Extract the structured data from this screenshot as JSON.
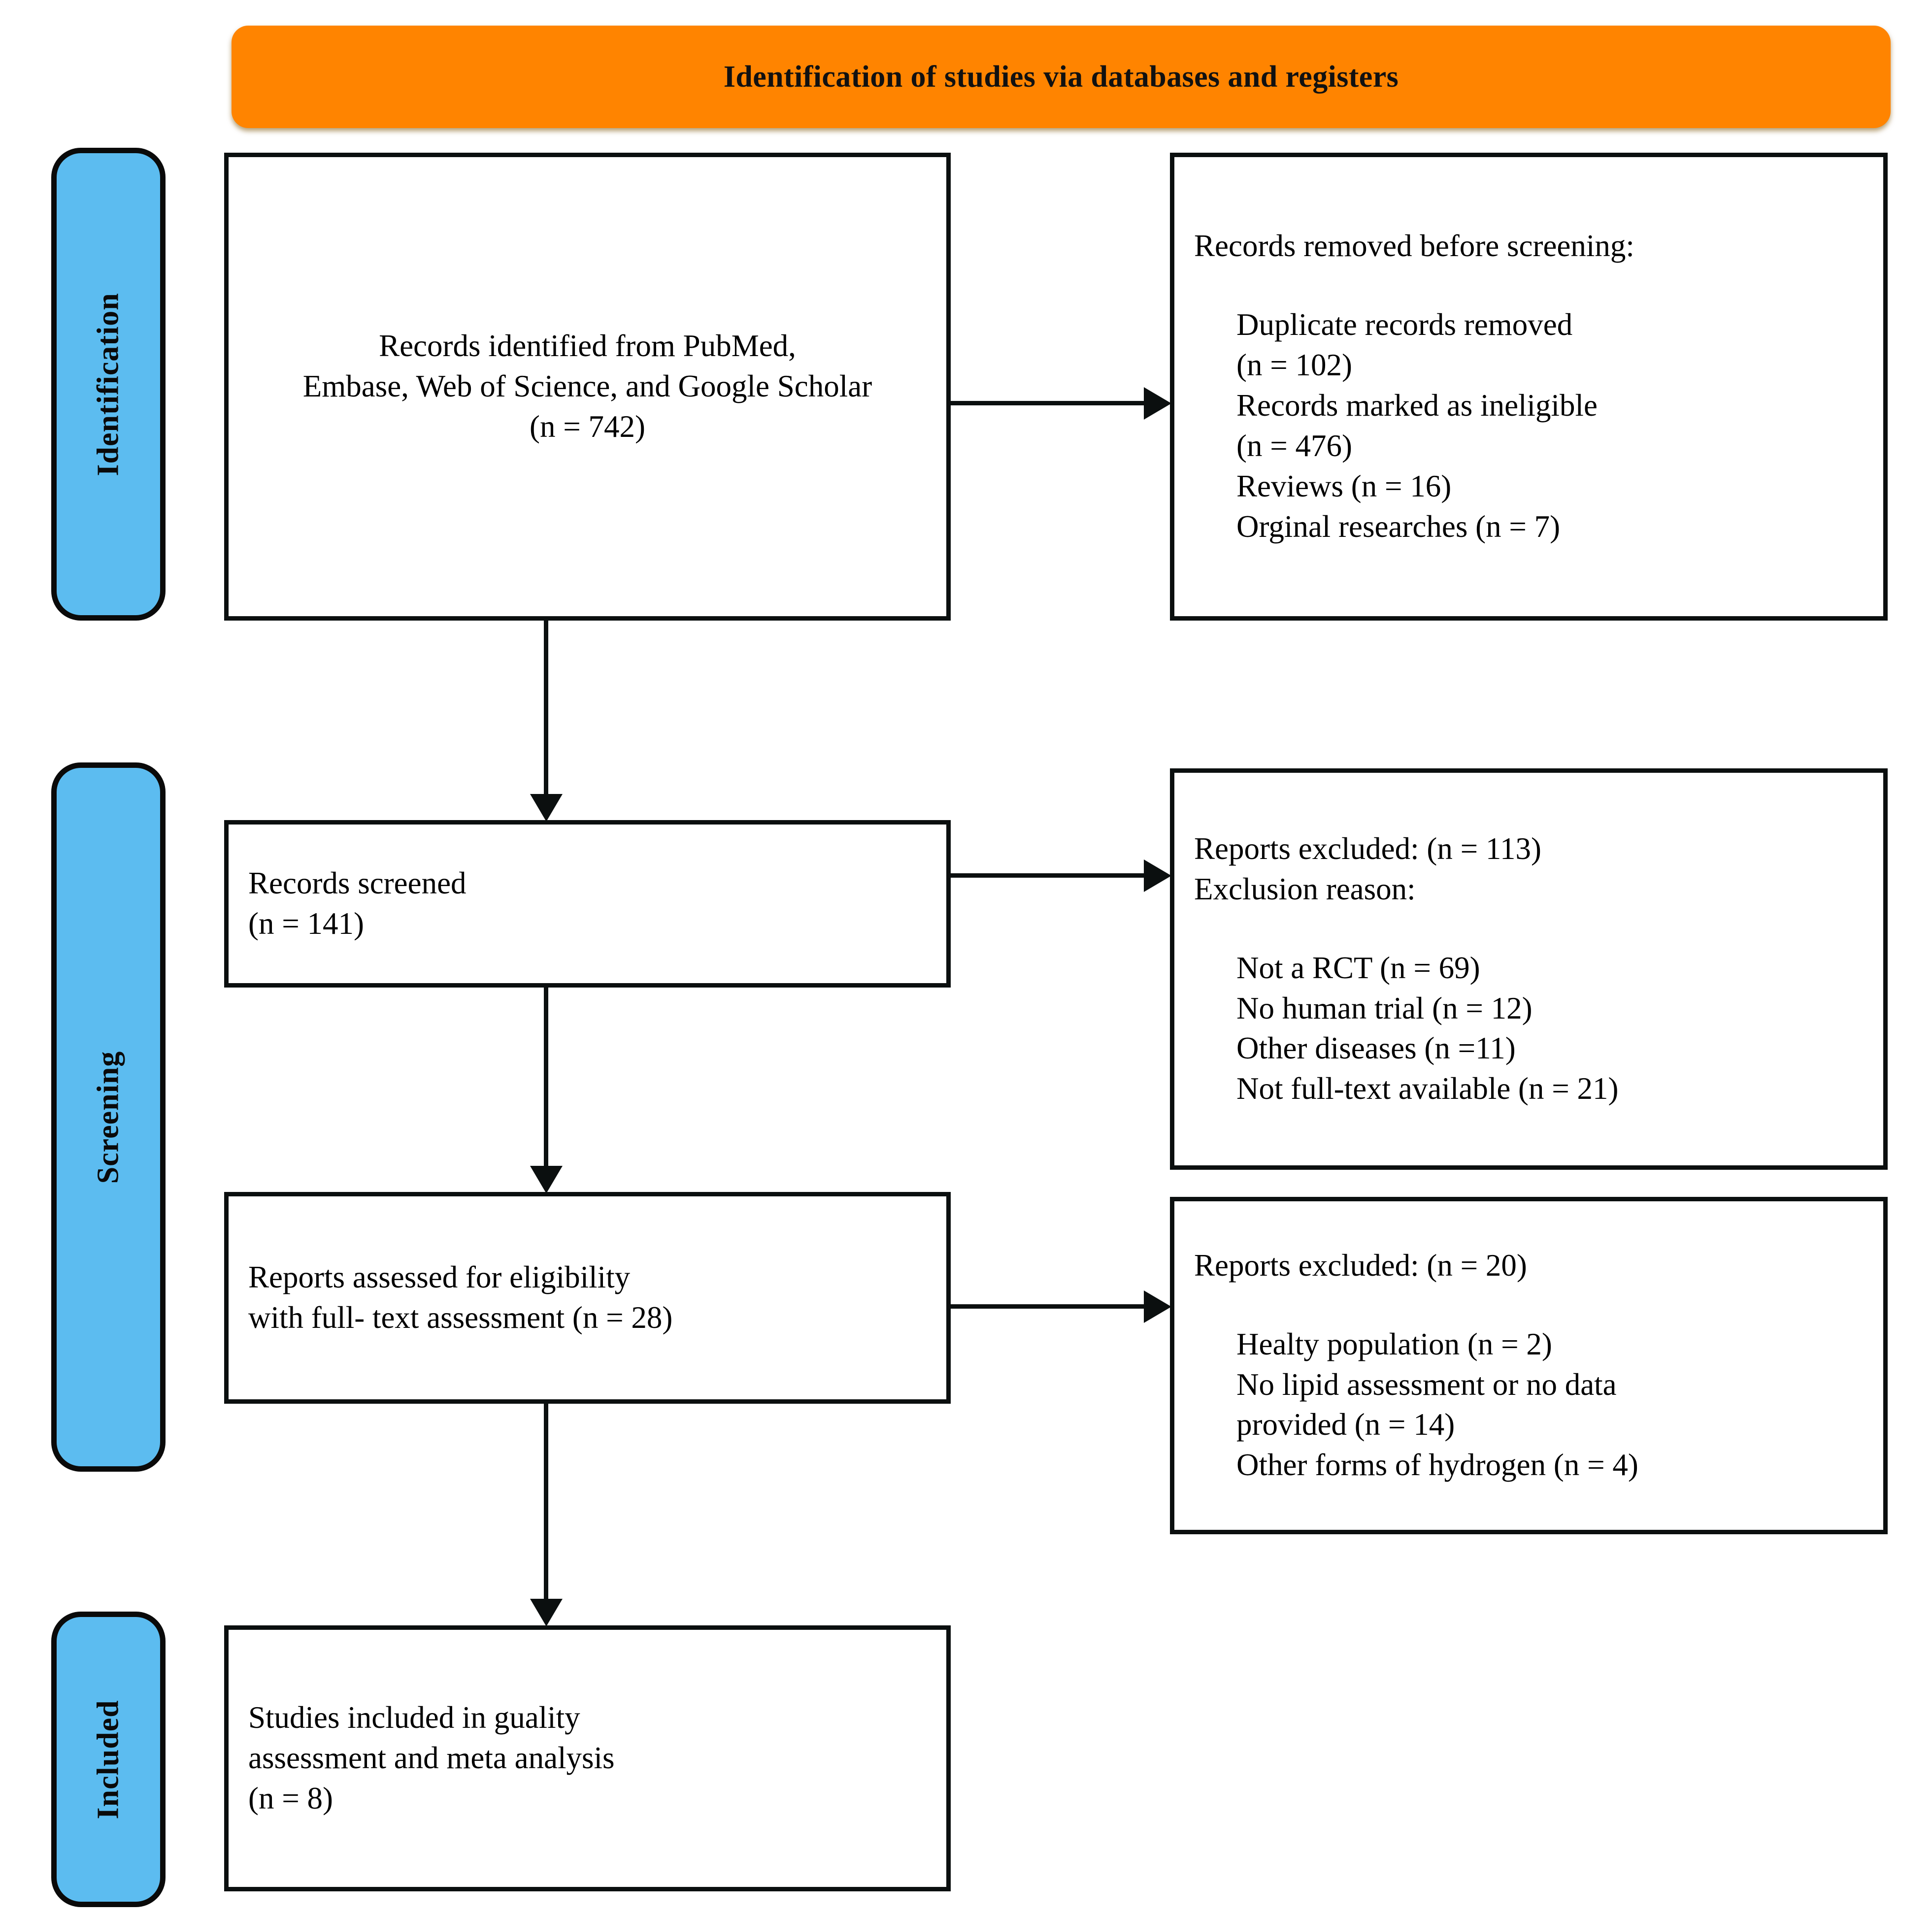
{
  "banner": {
    "title": "Identification of studies via databases and registers"
  },
  "colors": {
    "banner_background": "#ff8400",
    "stage_background": "#5cbcf0",
    "border": "#0b0f0f",
    "page_background": "#ffffff"
  },
  "stages": [
    {
      "id": "identification",
      "label": "Identification"
    },
    {
      "id": "screening",
      "label": "Screening"
    },
    {
      "id": "included",
      "label": "Included"
    }
  ],
  "boxes": {
    "identified": {
      "line1": "Records identified from PubMed,",
      "line2": "Embase, Web of Science, and Google Scholar",
      "line3": "(n = 742)"
    },
    "removed": {
      "heading": "Records removed before screening:",
      "items": [
        "Duplicate records removed",
        "(n = 102)",
        "Records marked as ineligible",
        "(n = 476)",
        "Reviews (n = 16)",
        "Orginal researches (n = 7)"
      ]
    },
    "screened": {
      "line1": "Records screened",
      "line2": "(n = 141)"
    },
    "excluded_screening": {
      "heading1": "Reports excluded: (n = 113)",
      "heading2": "Exclusion reason:",
      "items": [
        "Not a RCT (n = 69)",
        "No human trial (n = 12)",
        "Other diseases (n =11)",
        "Not full-text available (n = 21)"
      ]
    },
    "eligibility": {
      "line1": "Reports assessed for eligibility",
      "line2": "with full- text assessment (n = 28)"
    },
    "excluded_eligibility": {
      "heading": "Reports excluded: (n = 20)",
      "items": [
        "Healty population (n = 2)",
        "No lipid assessment or no data",
        "provided (n = 14)",
        "Other forms of hydrogen (n = 4)"
      ]
    },
    "included": {
      "line1": "Studies included in guality",
      "line2": "assessment and meta analysis",
      "line3": "(n = 8)"
    }
  },
  "flow_counts": {
    "records_identified": 742,
    "duplicate_records_removed": 102,
    "records_marked_ineligible": 476,
    "reviews_removed": 16,
    "orginal_researches_removed": 7,
    "records_screened": 141,
    "reports_excluded_screening": 113,
    "not_a_rct": 69,
    "no_human_trial": 12,
    "other_diseases": 11,
    "not_full_text_available": 21,
    "reports_assessed_eligibility": 28,
    "reports_excluded_eligibility": 20,
    "healty_population": 2,
    "no_lipid_assessment_or_no_data_provided": 14,
    "other_forms_of_hydrogen": 4,
    "studies_included": 8
  }
}
